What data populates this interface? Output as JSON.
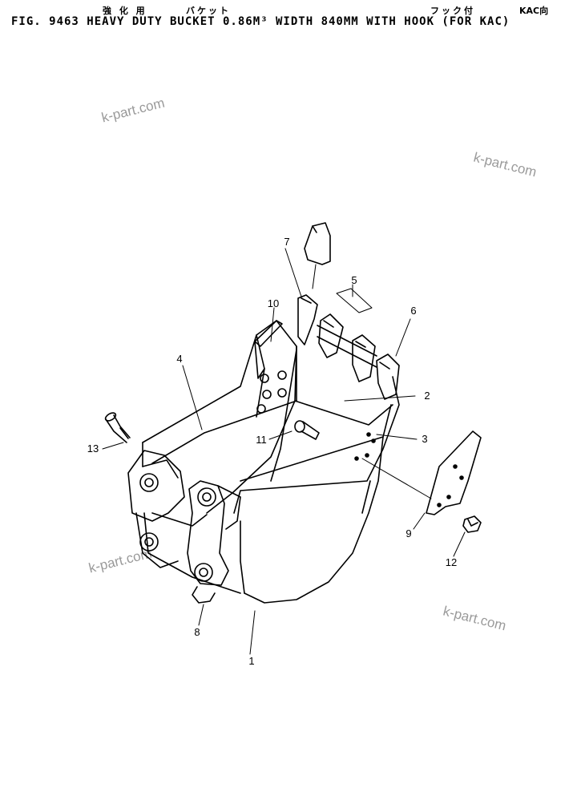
{
  "header": {
    "jp_heavy_duty": "強 化 用",
    "jp_bucket": "バケット",
    "jp_with_hook": "フック付",
    "jp_for_kac": "KAC向",
    "title": "FIG. 9463  HEAVY DUTY BUCKET 0.86M³  WIDTH 840MM WITH HOOK (FOR KAC)"
  },
  "watermark": "k-part.com",
  "callouts": [
    "1",
    "2",
    "3",
    "4",
    "5",
    "6",
    "7",
    "8",
    "9",
    "10",
    "11",
    "12",
    "13"
  ]
}
